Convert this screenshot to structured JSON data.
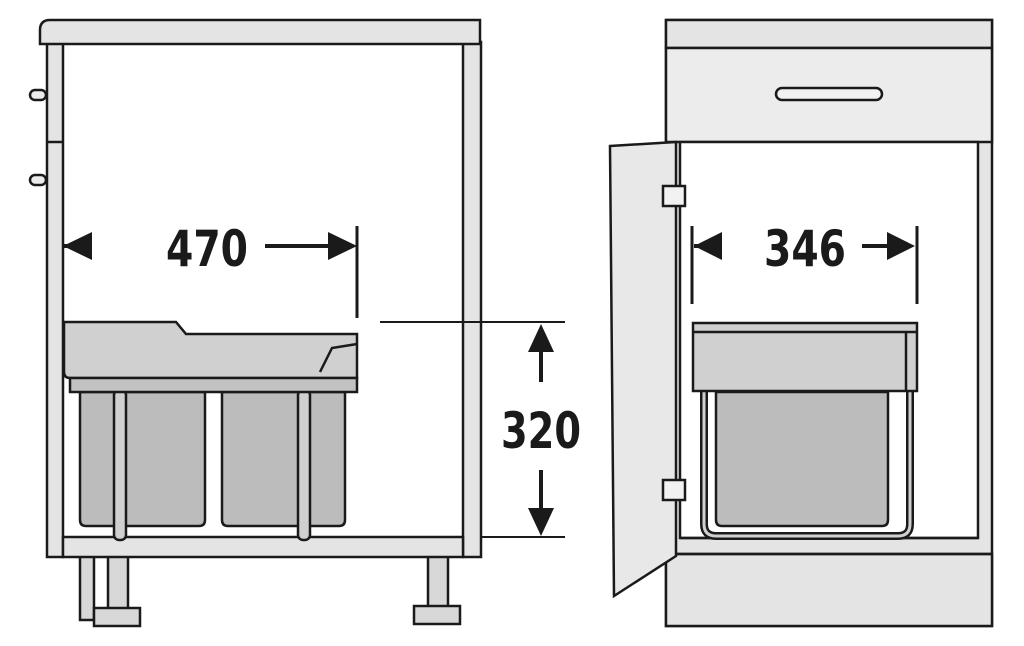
{
  "dimensions": {
    "width_left": "470",
    "width_right": "346",
    "height": "320"
  },
  "colors": {
    "cabinet": "#e4e4e4",
    "panel": "#ececec",
    "bin": "#bcbcbc",
    "lid": "#d0d0d0",
    "line": "#1a1a1a"
  }
}
